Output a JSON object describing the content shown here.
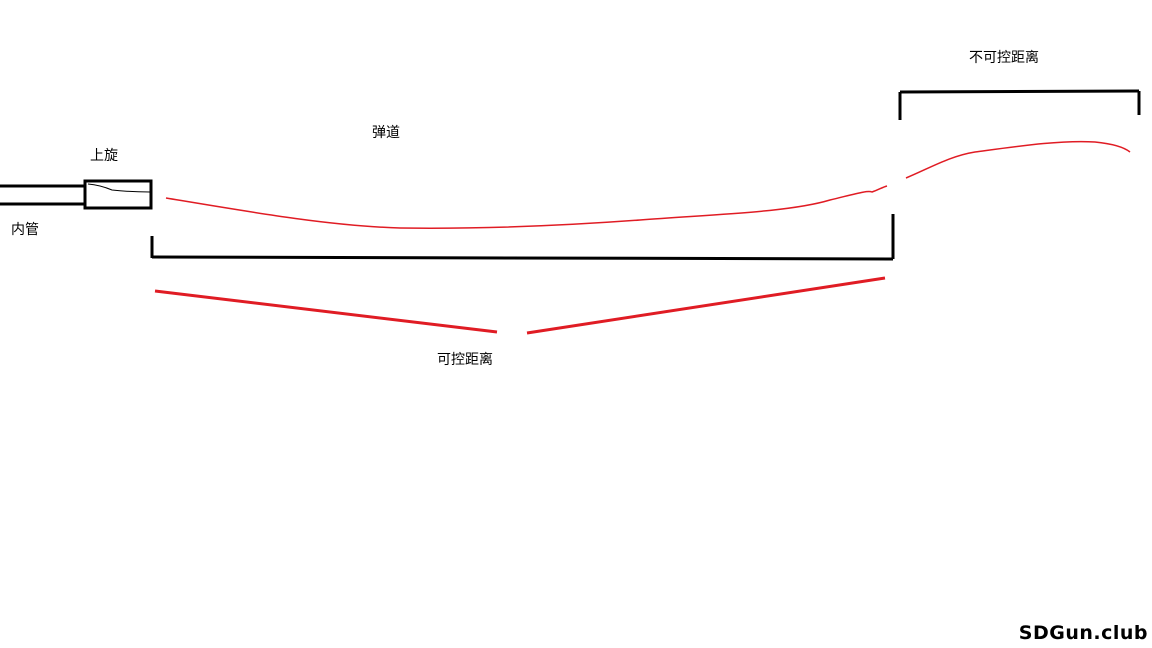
{
  "labels": {
    "inner_tube": "内管",
    "hop_up": "上旋",
    "trajectory": "弹道",
    "controllable_distance": "可控距离",
    "uncontrollable_distance": "不可控距离"
  },
  "watermark": "SDGun.club",
  "colors": {
    "background": "#ffffff",
    "ink": "#000000",
    "trajectory": "#e01c24",
    "bracket_red": "#e01c24"
  }
}
